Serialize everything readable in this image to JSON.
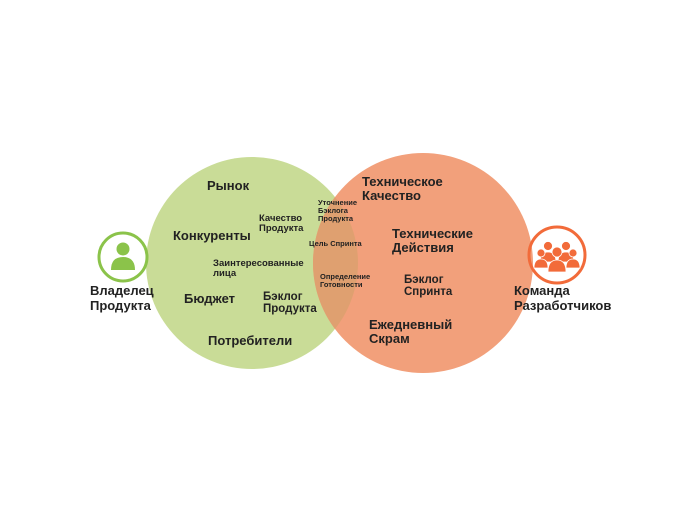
{
  "colors": {
    "product_circle": "#c9dc97",
    "team_circle": "#f2a07b",
    "overlap": "#dfa070",
    "product_icon": "#8bc34a",
    "team_icon": "#f26b3a"
  },
  "icons": {
    "product_owner": "person-icon",
    "dev_team": "group-icon"
  },
  "roles": {
    "product_owner": "Владелец\nПродукта",
    "dev_team": "Команда\nРазработчиков"
  },
  "product_side": {
    "market": "Рынок",
    "competitors": "Конкуренты",
    "product_quality": "Качество\nПродукта",
    "stakeholders": "Заинтересованные\nлица",
    "budget": "Бюджет",
    "product_backlog": "Бэклог\nПродукта",
    "consumers": "Потребители"
  },
  "overlap": {
    "backlog_refinement": "Уточнение\nБэклога\nПродукта",
    "sprint_goal": "Цель Спринта",
    "definition_of_done": "Определение\nГотовности"
  },
  "team_side": {
    "technical_quality": "Техническое\nКачество",
    "technical_actions": "Технические\nДействия",
    "sprint_backlog": "Бэклог\nСпринта",
    "daily_scrum": "Ежедневный\nСкрам"
  }
}
